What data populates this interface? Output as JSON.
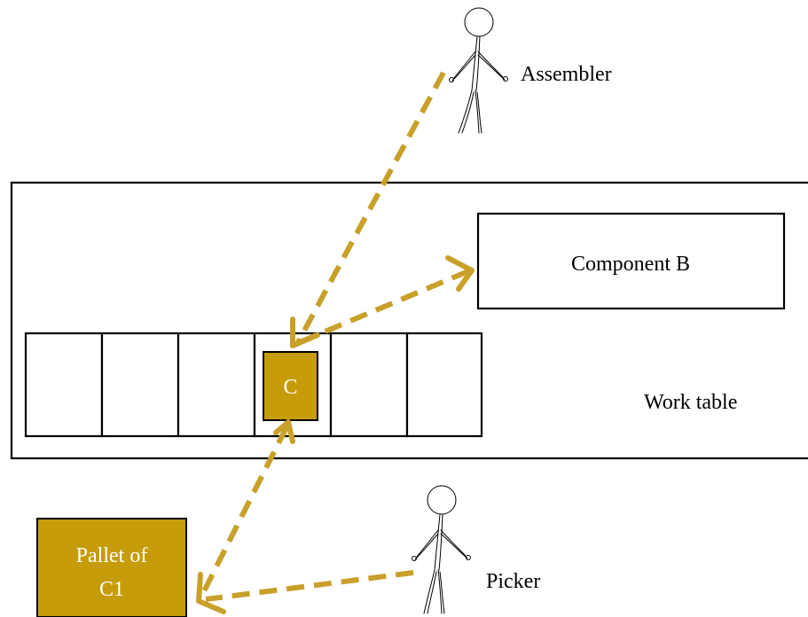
{
  "labels": {
    "assembler": "Assembler",
    "component_b": "Component B",
    "work_table": "Work table",
    "slot_item": "C",
    "picker": "Picker",
    "pallet_line1": "Pallet of",
    "pallet_line2": "C1"
  },
  "colors": {
    "flow_arrow": "#C8A02A",
    "item_fill": "#C69C0A",
    "outline": "#000000",
    "text_on_item": "#FFFFFF"
  },
  "icons": {
    "person": "stick-figure-icon"
  }
}
